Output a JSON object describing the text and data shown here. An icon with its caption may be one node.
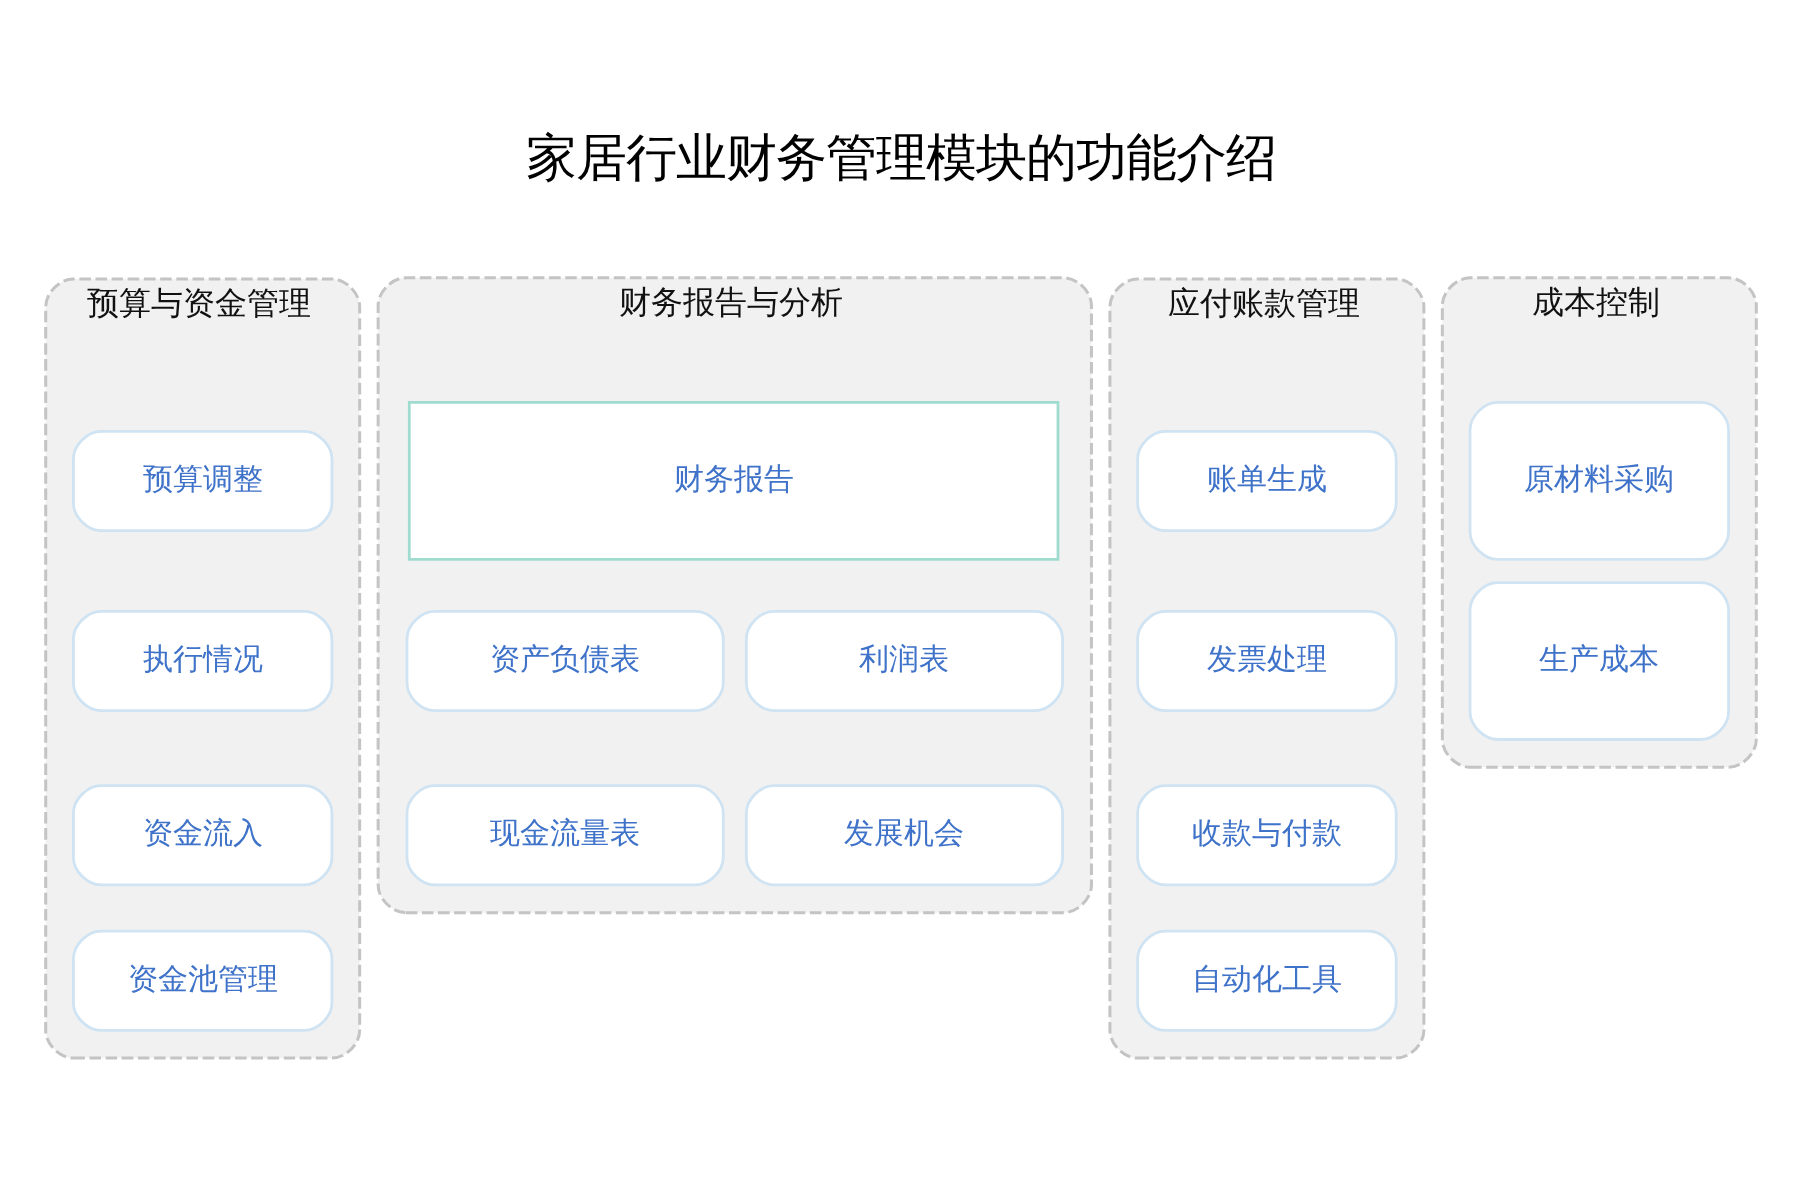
{
  "diagram": {
    "title": "家居行业财务管理模块的功能介绍",
    "nodes": [
      {
        "text": [
          "预算与资金管理"
        ]
      },
      {
        "text": [
          "预算调整"
        ],
        "in": 0
      },
      {
        "text": [
          "执行情况"
        ],
        "in": 0
      },
      {
        "text": [
          "资金流入"
        ],
        "in": 0
      },
      {
        "text": [
          "资金池管理"
        ],
        "in": 0
      },
      {
        "text": [
          "财务报告与分析"
        ]
      },
      {
        "text": [
          "财务报告"
        ],
        "in": 5
      },
      {
        "text": [
          "资产负债表"
        ],
        "in": 5
      },
      {
        "text": [
          "利润表"
        ],
        "in": 5
      },
      {
        "text": [
          "现金流量表"
        ],
        "in": 5
      },
      {
        "text": [
          "发展机会"
        ],
        "in": 5
      },
      {
        "text": [
          "应付账款管理"
        ]
      },
      {
        "text": [
          "账单生成"
        ],
        "in": 11
      },
      {
        "text": [
          "发票处理"
        ],
        "in": 11
      },
      {
        "text": [
          "收款与付款"
        ],
        "in": 11
      },
      {
        "text": [
          "自动化工具"
        ],
        "in": 11
      },
      {
        "text": [
          "成本控制"
        ]
      },
      {
        "text": [
          "原材料采购"
        ],
        "in": 16
      },
      {
        "text": [
          "生产成本"
        ],
        "in": 16
      }
    ]
  }
}
